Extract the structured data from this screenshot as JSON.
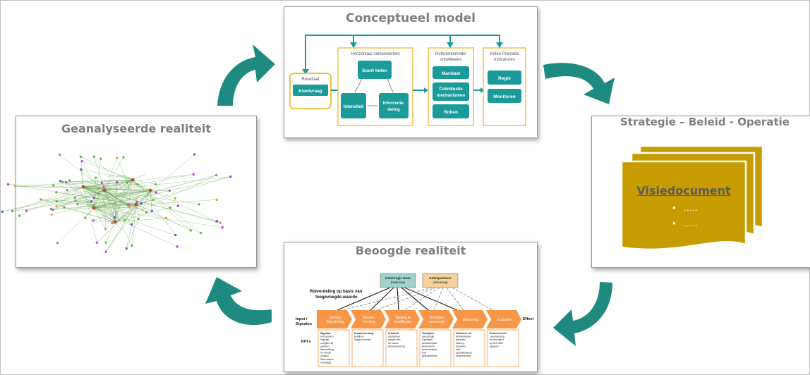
{
  "colors": {
    "teal": "#1f8a80",
    "tealDark": "#0f7b71",
    "tealBox": "#1a9a98",
    "yellowBorder": "#f2c04a",
    "doc": "#c79c00",
    "docDark": "#a27d00",
    "orange": "#f79646",
    "title": "#7f7f7f",
    "graphNode": "#66b84b",
    "graphEdge": "#7fb36a"
  },
  "conceptueel": {
    "title": "Conceptueel model",
    "resultaat": {
      "label": "Resultaat",
      "box": "Klantvraag"
    },
    "horizontaal": {
      "label": "Horizontaal samenwerken",
      "soort": "Soort keten",
      "intensiteit": "Intensiteit",
      "informatie": [
        "Informatie-",
        "deling"
      ]
    },
    "referentie": {
      "label": [
        "Referentiemodel",
        "ontwikkelen"
      ],
      "mandaat": "Mandaat",
      "coordinatie": [
        "Coördinatie",
        "mechanismen"
      ],
      "rollen": "Rollen"
    },
    "keten": {
      "label": [
        "Keten Prestatie",
        "Indicatoren"
      ],
      "regie": "Regie",
      "monitoren": "Monitoren"
    }
  },
  "geanalyseerde": {
    "title": "Geanalyseerde realiteit"
  },
  "strategie": {
    "title": "Strategie – Beleid - Operatie",
    "doc_title": "Visiedocument",
    "bullets": [
      "…..",
      "….."
    ]
  },
  "beoogde": {
    "title": "Beoogde realiteit",
    "top_left_box": [
      "Ketenregie team",
      "(besturing)"
    ],
    "top_right_box": [
      "Ketenpartners",
      "(uitvoering)"
    ],
    "rolverdeling": [
      "Rolverdeling op basis van",
      "toegevoegde waarde"
    ],
    "input_label": [
      "Input /",
      "Signalen"
    ],
    "effect_label": "Effect",
    "kpi_label": "KPI's",
    "steps": [
      [
        "(vroeg)",
        "Signalering"
      ],
      [
        "Dossier-",
        "vorming"
      ],
      [
        "Weging &",
        "kwalificatie"
      ],
      [
        "Toewijzen",
        "casusregie"
      ],
      [
        "Uitvoering"
      ],
      [
        "Evaluatie"
      ]
    ],
    "kpis": [
      [
        "Signalen",
        "verzamelen",
        "Signaal",
        "verrijken bij",
        "partners",
        "Aanmelding",
        "na eerste",
        "contact",
        "Risicofactor",
        "vertraagd"
      ],
      [
        "Dossiervorming",
        "bewijzen",
        "Diagnosticeren"
      ],
      [
        "Prioriteit",
        "disciplinair",
        "wegen van",
        "de casus",
        "Besluitvorming"
      ],
      [
        "Toewijzen",
        "casusregie",
        "Opstellen",
        "behandelplan",
        "Afstemmen",
        "behandelplan",
        "met",
        "ketenpartners"
      ],
      [
        "Uitvoeren uit",
        "behandelplan",
        "afronden",
        "Nazorg",
        "Toetsten",
        "met",
        "specialistische",
        "hulpverlening"
      ],
      [
        "Evalueren het",
        "casusverloop",
        "en het effect",
        "op het cliënt",
        "systeem"
      ]
    ]
  }
}
